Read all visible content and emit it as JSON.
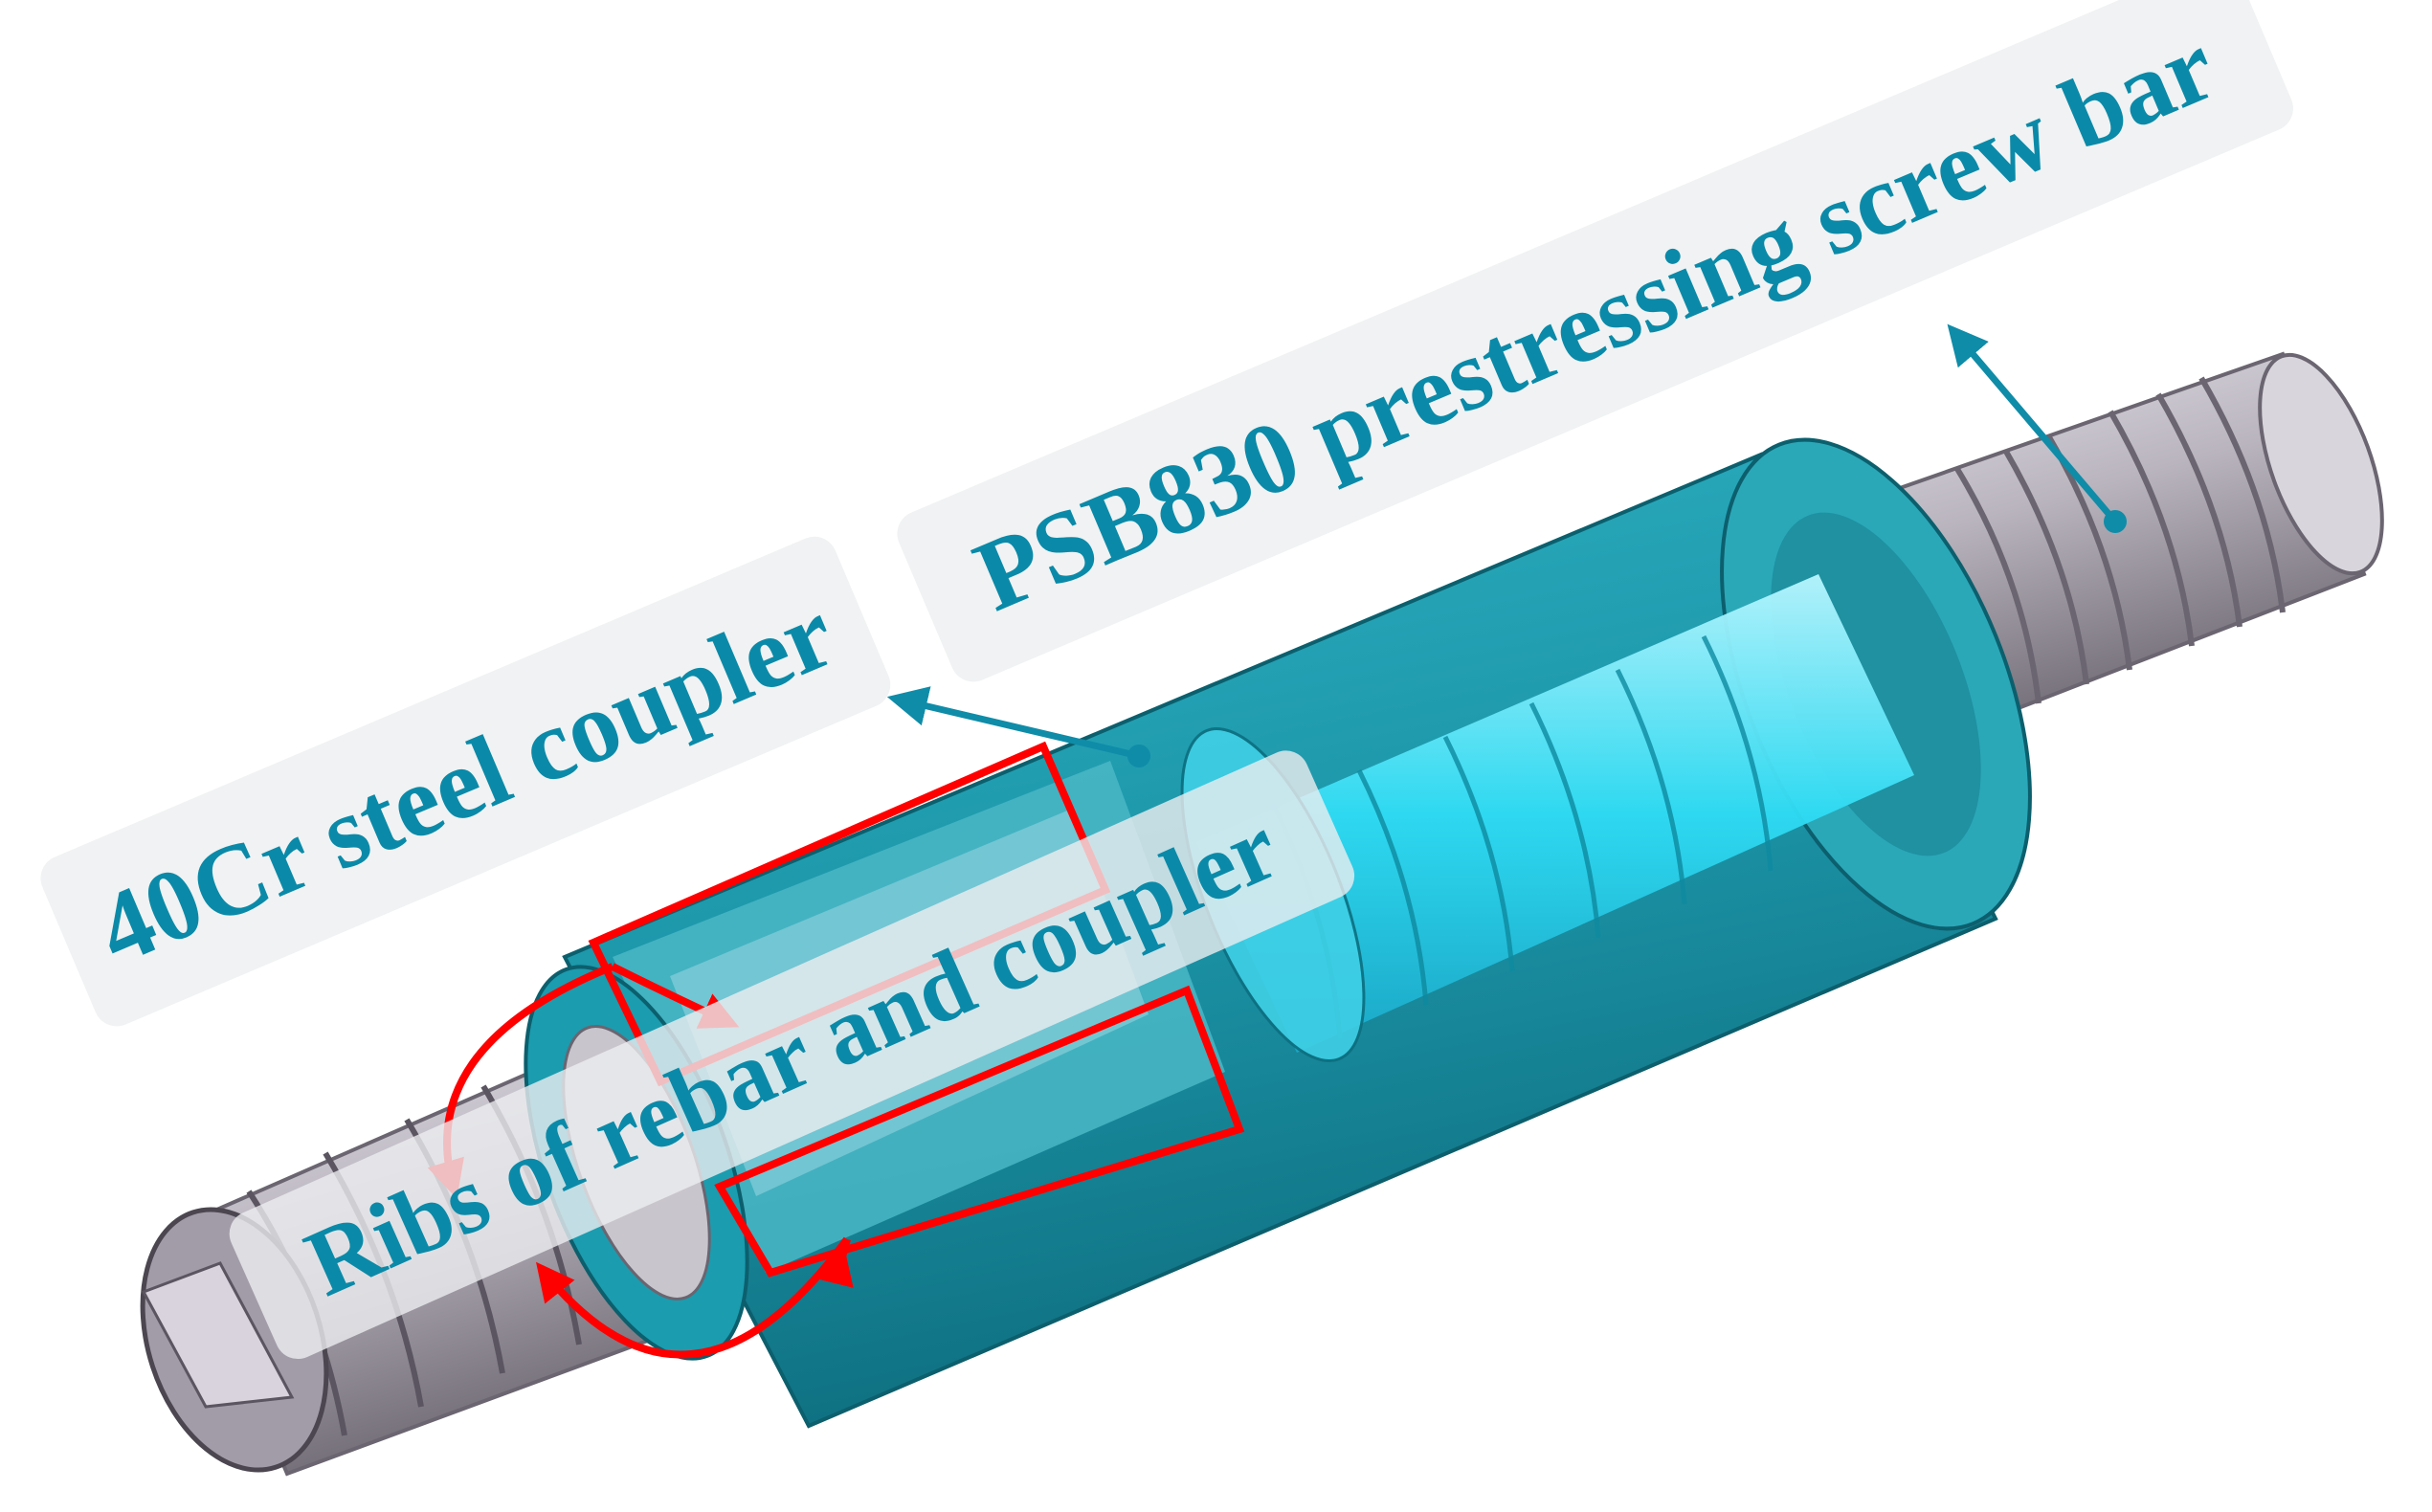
{
  "labels": {
    "screw_bar": "PSB830 prestressing screw bar",
    "coupler": "40Cr steel coupler",
    "ribs": "Ribs of rebar and coupler"
  },
  "colors": {
    "label_text": "#0a8aa8",
    "label_box": "#eceef0",
    "coupler_body": "#1f9aab",
    "coupler_inner": "#29d7f0",
    "bar_metal": "#a7a2ac",
    "highlight": "#ff0000",
    "leader": "#0f8ca8"
  }
}
